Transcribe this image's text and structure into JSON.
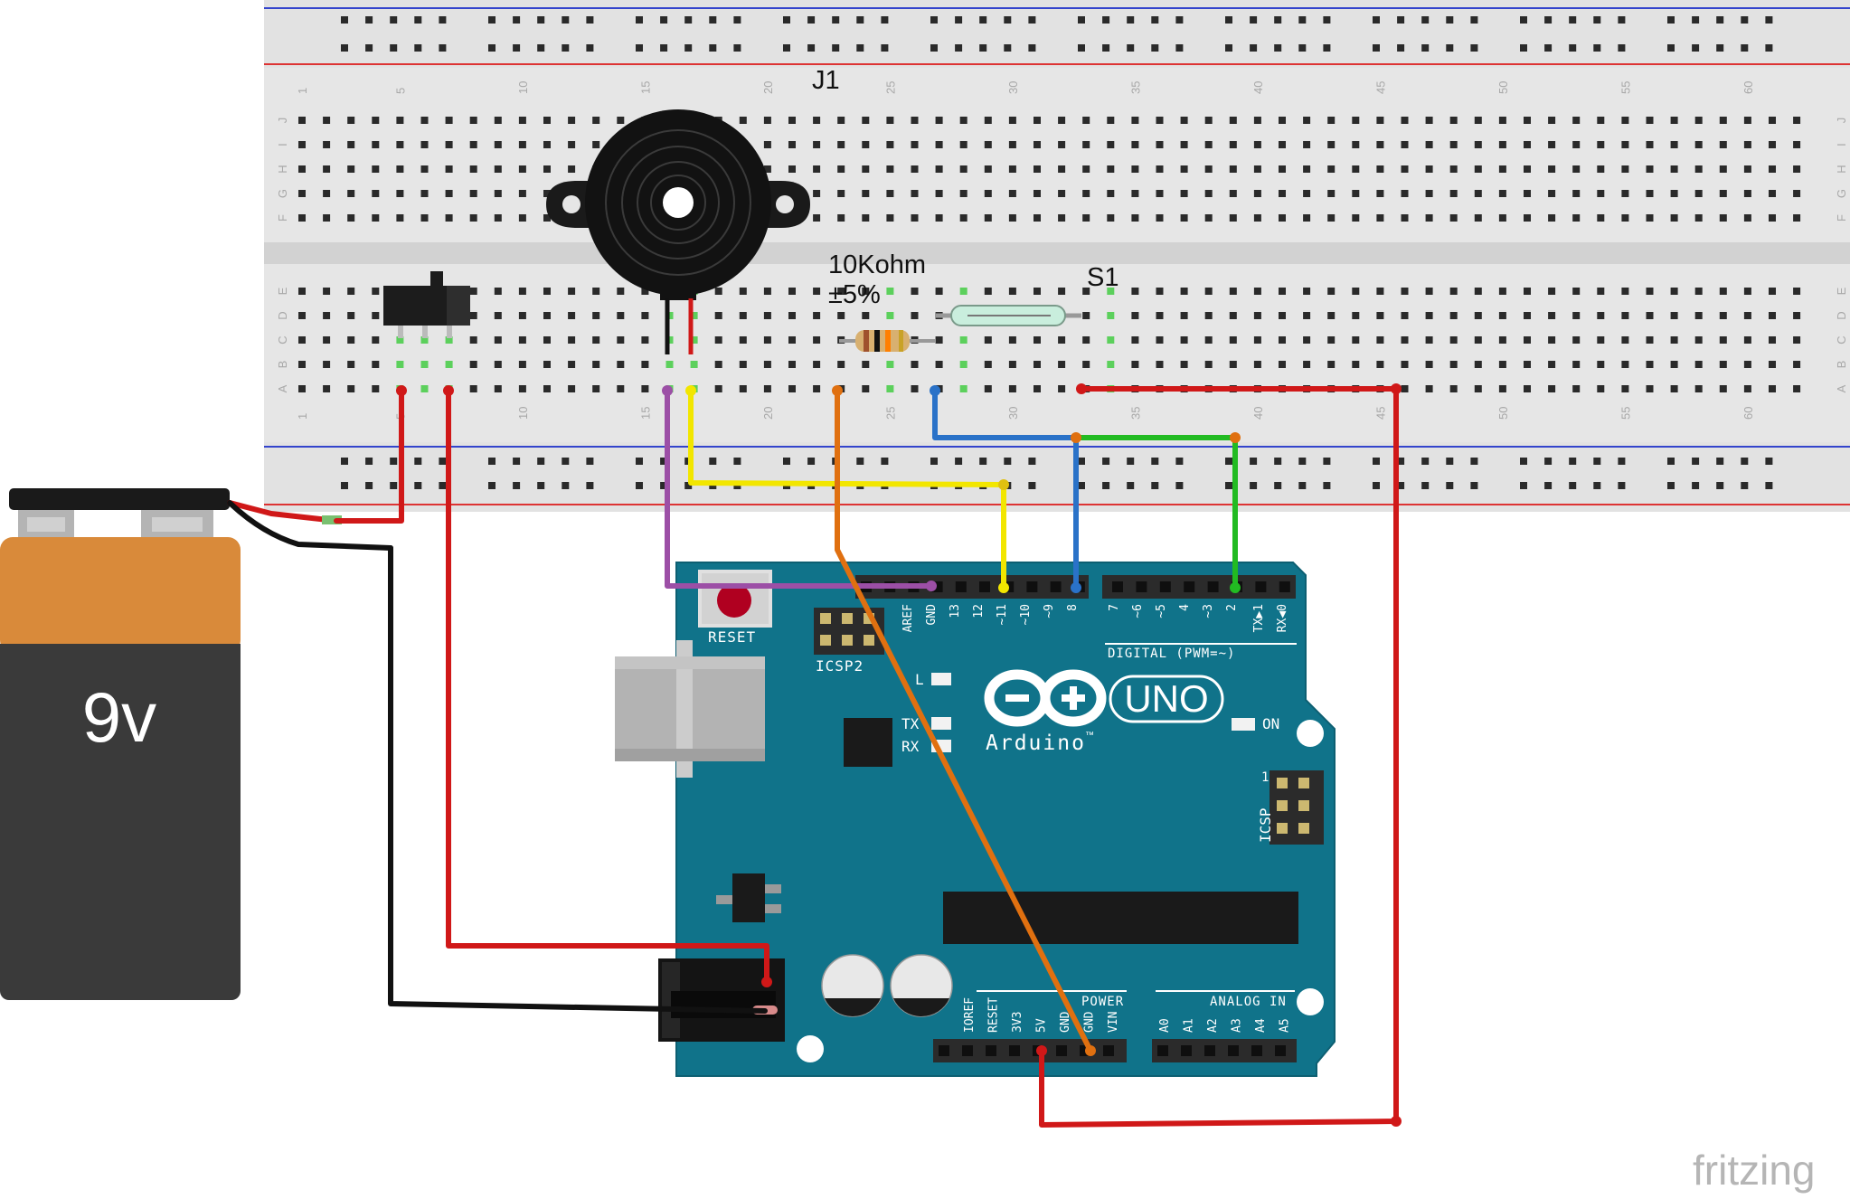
{
  "labels": {
    "buzzer": "J1",
    "resistor_value": "10Kohm",
    "resistor_tolerance": "±5%",
    "reed_switch": "S1",
    "battery": "9v",
    "watermark": "fritzing"
  },
  "breadboard": {
    "column_numbers": [
      "1",
      "5",
      "10",
      "15",
      "20",
      "25",
      "30",
      "35",
      "40",
      "45",
      "50",
      "55",
      "60"
    ],
    "rows_top": [
      "J",
      "I",
      "H",
      "G",
      "F"
    ],
    "rows_bottom": [
      "E",
      "D",
      "C",
      "B",
      "A"
    ]
  },
  "arduino": {
    "reset": "RESET",
    "icsp2": "ICSP2",
    "icsp": "ICSP",
    "icsp_pin1": "1",
    "digital_title": "DIGITAL (PWM=~)",
    "digital_pins": [
      "AREF",
      "GND",
      "13",
      "12",
      "~11",
      "~10",
      "~9",
      "8",
      "7",
      "~6",
      "~5",
      "4",
      "~3",
      "2",
      "TX▶1",
      "RX◀0"
    ],
    "led_l": "L",
    "led_tx": "TX",
    "led_rx": "RX",
    "led_on": "ON",
    "uno": "UNO",
    "brand": "Arduino",
    "trademark": "™",
    "power_title": "POWER",
    "power_pins": [
      "IOREF",
      "RESET",
      "3V3",
      "5V",
      "GND",
      "GND",
      "VIN"
    ],
    "analog_title": "ANALOG IN",
    "analog_pins": [
      "A0",
      "A1",
      "A2",
      "A3",
      "A4",
      "A5"
    ]
  },
  "colors": {
    "breadboard": "#e6e6e6",
    "board": "#10738a",
    "wire_red": "#d01818",
    "wire_black": "#111111",
    "wire_yellow": "#f2e600",
    "wire_purple": "#9c4fa6",
    "wire_orange": "#e07010",
    "wire_blue": "#2a72c8",
    "wire_green": "#22bb22",
    "battery_orange": "#d98a3a",
    "battery_body": "#3a3a3a"
  }
}
